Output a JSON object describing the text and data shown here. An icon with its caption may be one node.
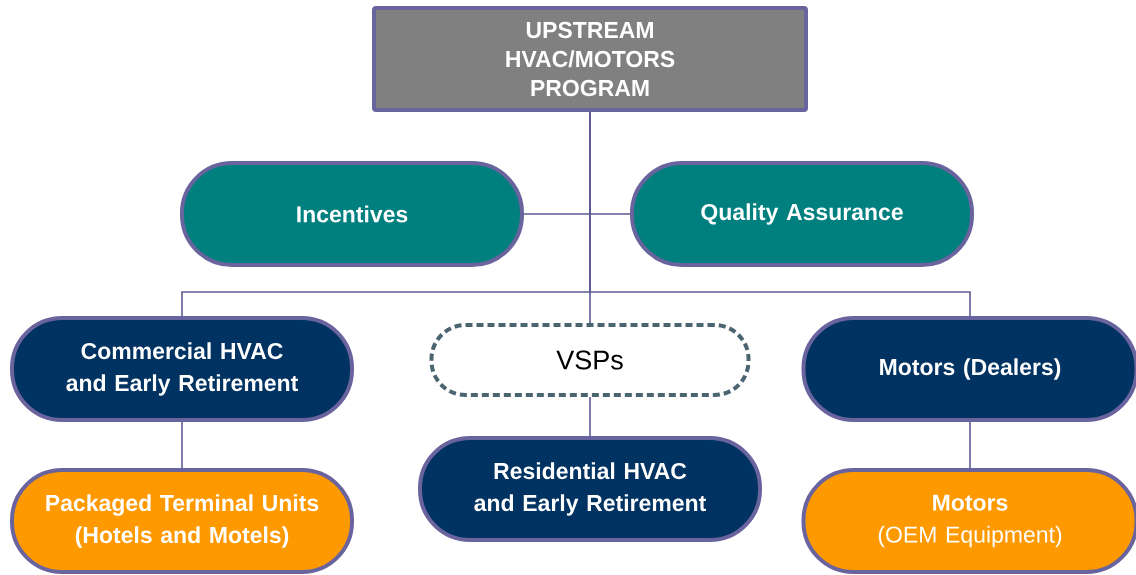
{
  "diagram": {
    "nodes": [
      {
        "text": [
          "UPSTREAM HVAC/MOTORS PROGRAM"
        ]
      },
      {
        "text": [
          "Incentives"
        ]
      },
      {
        "text": [
          "Quality Assurance"
        ]
      },
      {
        "text": [
          "Commercial HVAC and Early Retirement"
        ]
      },
      {
        "text": [
          "VSPs"
        ]
      },
      {
        "text": [
          "**Motors** (Dealers)"
        ]
      },
      {
        "text": [
          "**Packaged Terminal Units** (Hotels and Motels)"
        ]
      },
      {
        "text": [
          "Residential HVAC and Early Retirement"
        ]
      },
      {
        "text": [
          "Motors",
          "(OEM Equipment)"
        ]
      }
    ],
    "edges": [
      {
        "from": 0,
        "to": 1,
        "arrow": "none"
      },
      {
        "from": 0,
        "to": 2,
        "arrow": "none"
      },
      {
        "from": 0,
        "to": 3,
        "arrow": "none"
      },
      {
        "from": 0,
        "to": 4,
        "arrow": "none"
      },
      {
        "from": 0,
        "to": 5,
        "arrow": "none"
      },
      {
        "from": 3,
        "to": 6,
        "arrow": "none"
      },
      {
        "from": 4,
        "to": 7,
        "arrow": "none"
      },
      {
        "from": 5,
        "to": 8,
        "arrow": "none"
      }
    ]
  }
}
